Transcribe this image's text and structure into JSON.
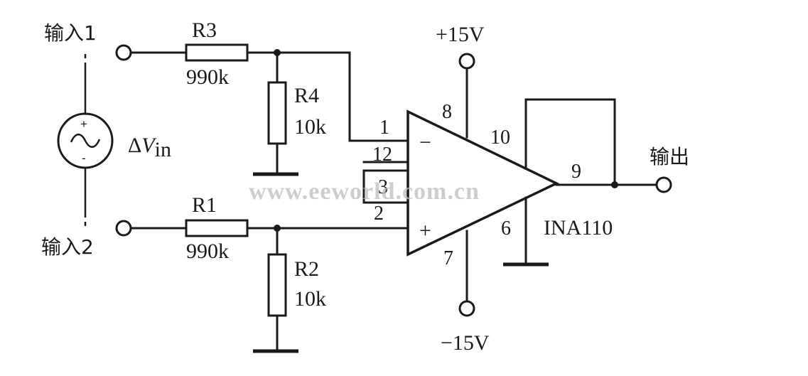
{
  "inputs": {
    "input1": "输入1",
    "input2": "输入2",
    "output": "输出"
  },
  "source": {
    "delta": "Δ",
    "v": "V",
    "sub": "in",
    "plus": "+",
    "minus": "-"
  },
  "resistors": {
    "r3": {
      "name": "R3",
      "value": "990k"
    },
    "r4": {
      "name": "R4",
      "value": "10k"
    },
    "r1": {
      "name": "R1",
      "value": "990k"
    },
    "r2": {
      "name": "R2",
      "value": "10k"
    }
  },
  "supply": {
    "positive": "+15V",
    "negative": "−15V"
  },
  "amplifier": {
    "part": "INA110",
    "minus_sign": "−",
    "plus_sign": "+",
    "pins": {
      "p1": "1",
      "p2": "2",
      "p3": "3",
      "p6": "6",
      "p7": "7",
      "p8": "8",
      "p9": "9",
      "p10": "10",
      "p12": "12"
    }
  },
  "watermark": "www.eeworld.com.cn"
}
